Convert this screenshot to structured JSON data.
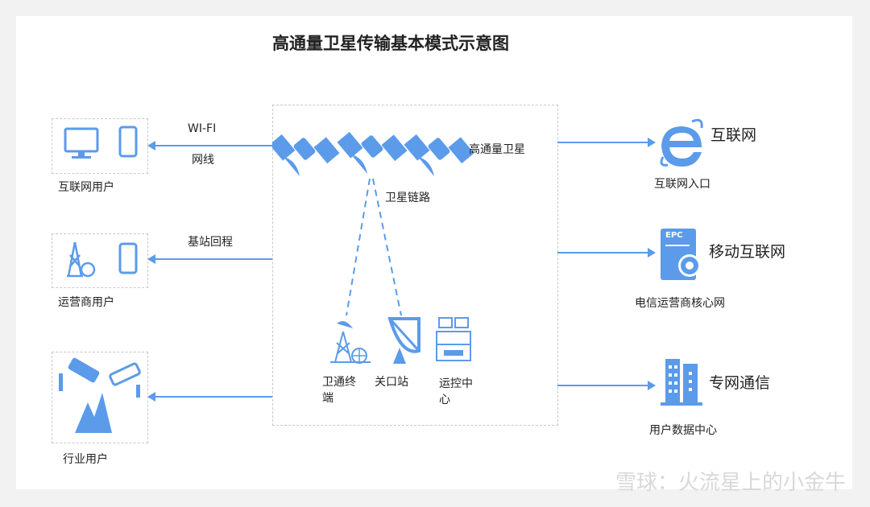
{
  "title": "高通量卫星传输基本模式示意图",
  "left": {
    "internet_users": "互联网用户",
    "operator_users": "运营商用户",
    "industry_users": "行业用户",
    "wifi": "WI-FI",
    "cable": "网线",
    "backhaul": "基站回程"
  },
  "center": {
    "satellite": "高通量卫星",
    "sat_link": "卫星链路",
    "terminal_1": "卫通终",
    "terminal_2": "端",
    "gateway": "关口站",
    "control_1": "运控中",
    "control_2": "心"
  },
  "right": {
    "internet": "互联网",
    "internet_entry": "互联网入口",
    "mobile_internet": "移动互联网",
    "core_network": "电信运营商核心网",
    "private_network": "专网通信",
    "data_center": "用户数据中心",
    "epc": "EPC"
  },
  "watermark": "雪球：火流星上的小金牛",
  "colors": {
    "accent": "#5b9bea"
  }
}
